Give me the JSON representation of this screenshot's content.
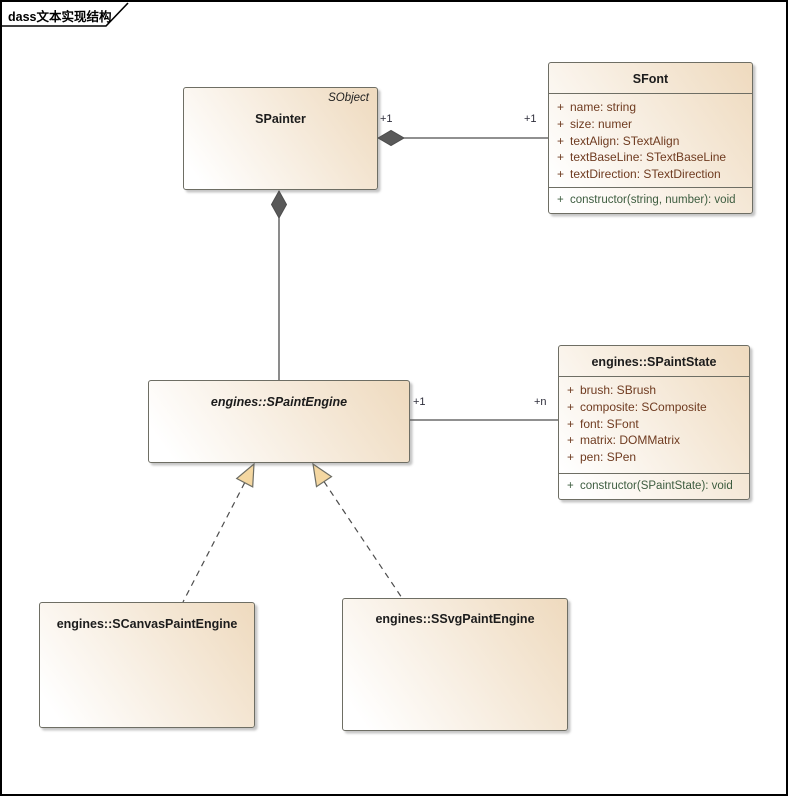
{
  "frame": {
    "tab_label": "dass文本实现结构"
  },
  "classes": {
    "spainter": {
      "stereotype": "SObject",
      "name": "SPainter"
    },
    "sfont": {
      "name": "SFont",
      "attributes": [
        {
          "visibility": "+",
          "text": "name: string"
        },
        {
          "visibility": "+",
          "text": "size: numer"
        },
        {
          "visibility": "+",
          "text": "textAlign: STextAlign"
        },
        {
          "visibility": "+",
          "text": "textBaseLine: STextBaseLine"
        },
        {
          "visibility": "+",
          "text": "textDirection: STextDirection"
        }
      ],
      "operations": [
        {
          "visibility": "+",
          "text": "constructor(string, number): void"
        }
      ]
    },
    "spaintengine": {
      "name": "engines::SPaintEngine"
    },
    "spaintstate": {
      "name": "engines::SPaintState",
      "attributes": [
        {
          "visibility": "+",
          "text": "brush: SBrush"
        },
        {
          "visibility": "+",
          "text": "composite: SComposite"
        },
        {
          "visibility": "+",
          "text": "font: SFont"
        },
        {
          "visibility": "+",
          "text": "matrix: DOMMatrix"
        },
        {
          "visibility": "+",
          "text": "pen: SPen"
        }
      ],
      "operations": [
        {
          "visibility": "+",
          "text": "constructor(SPaintState): void"
        }
      ]
    },
    "scanvaspaintengine": {
      "name": "engines::SCanvasPaintEngine"
    },
    "ssvgpaintengine": {
      "name": "engines::SSvgPaintEngine"
    }
  },
  "connectors": {
    "painter_font": {
      "type": "composition",
      "source_mult": "+1",
      "target_mult": "+1"
    },
    "painter_engine": {
      "type": "composition"
    },
    "engine_state": {
      "type": "association",
      "source_mult": "+1",
      "target_mult": "+n"
    },
    "canvas_realization": {
      "type": "realization"
    },
    "svg_realization": {
      "type": "realization"
    }
  },
  "colors": {
    "frame_border": "#000000",
    "box_fill_dark": "#efdbc0",
    "box_border": "#6e6e64",
    "attribute_text": "#6f3b20",
    "operation_text": "#3d5c3f",
    "line": "#4d4d4d",
    "diamond_fill": "#595959",
    "arrow_fill": "#f4d7a1",
    "mult_text": "#2d2d3a"
  }
}
